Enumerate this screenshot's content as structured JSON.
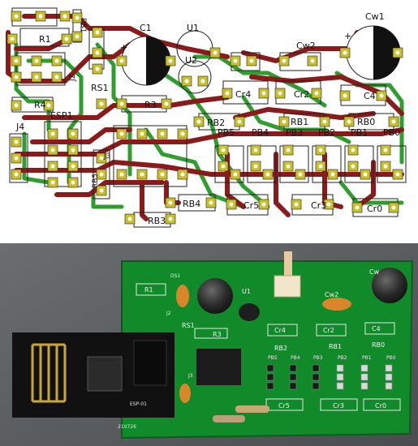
{
  "layout_labels": {
    "c1": "C1",
    "u1": "U1",
    "u2": "U2",
    "cw1": "Cw1",
    "cw2": "Cw2",
    "r1": "R1",
    "r3": "R3",
    "r4": "R4",
    "rs1": "RS1",
    "ds1": "DS1",
    "j2": "J2",
    "j3": "J3",
    "j4": "J4",
    "esp1": "ESP1",
    "rb5": "RB5",
    "cr4": "Cr4",
    "cr2": "Cr2",
    "c4": "C4",
    "rb2": "RB2",
    "rb1": "RB1",
    "rb0": "RB0",
    "pb5": "PB5",
    "pb4": "PB4",
    "pb3": "PB3",
    "pb2": "PB2",
    "pb1": "PB1",
    "pb0": "PB0",
    "rb4": "RB4",
    "rb3": "RB3",
    "cr5": "Cr5",
    "cr3": "Cr3",
    "cr0": "Cr0",
    "plus_c1": "+",
    "plus_cw1": "+"
  },
  "photo_labels": {
    "r1": "R1",
    "ds1": "DS1",
    "j2": "J2",
    "u1": "U1",
    "cw2": "Cw2",
    "cw1": "Cw",
    "rs1": "RS1",
    "r3": "R3",
    "j3": "J3",
    "cr4": "Cr4",
    "cr2": "Cr2",
    "c4": "C4",
    "rb2": "RB2",
    "rb1": "RB1",
    "rb0": "RB0",
    "pb5": "PB5",
    "pb4": "PB4",
    "pb3": "PB3",
    "pb2": "PB2",
    "pb1": "PB1",
    "pb0": "PB0",
    "cr5": "Cr5",
    "cr3": "Cr3",
    "cr0": "Cr0",
    "esp_text": "ESP-01",
    "board_date": "210726"
  },
  "colors": {
    "trace_front": "#8b1a1a",
    "trace_back": "#2f9e2f",
    "pad": "#c9c02a",
    "pcb": "#118a2a",
    "photo_bg": "#5a5e60",
    "esp_board": "#111111",
    "cap_body": "#2a2a2a"
  }
}
